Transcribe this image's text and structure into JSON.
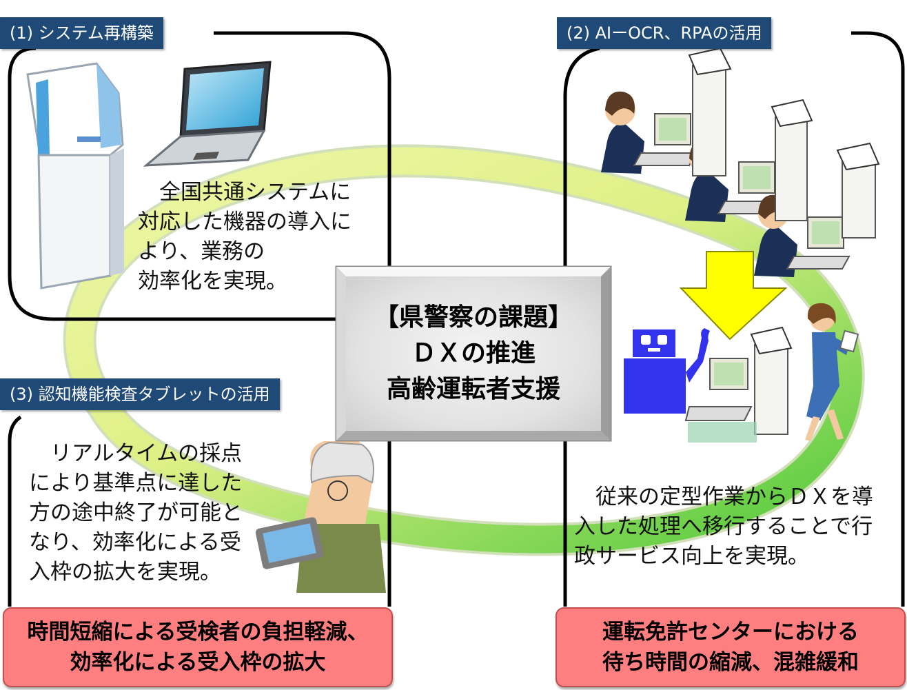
{
  "sections": [
    {
      "tab": "(1) システム再構築",
      "desc": [
        "　全国共通システムに",
        "対応した機器の導入に",
        "より、業務の",
        "効率化を実現。"
      ]
    },
    {
      "tab": "(2) AIーOCR、RPAの活用",
      "desc": [
        "　従来の定型作業からＤＸを導",
        "入した処理へ移行することで行",
        "政サービス向上を実現。"
      ]
    },
    {
      "tab": "(3) 認知機能検査タブレットの活用",
      "desc": [
        "　リアルタイムの採点",
        "により基準点に達した",
        "方の途中終了が可能と",
        "なり、効率化による受",
        "入枠の拡大を実現。"
      ]
    }
  ],
  "center": {
    "line1": "【県警察の課題】",
    "line2": "ＤＸの推進",
    "line3": "高齢運転者支援"
  },
  "outcomes": {
    "left": [
      "時間短縮による受検者の負担軽減、",
      "効率化による受入枠の拡大"
    ],
    "right": [
      "運転免許センターにおける",
      "待ち時間の縮減、混雑緩和"
    ]
  },
  "colors": {
    "tab": "#1f4a78",
    "outcome_fill": "#ff7f80",
    "arrow": "#ffff00",
    "robot": "#3333ee",
    "ring": "#9ad64a"
  },
  "icons": [
    "kiosk-terminal-icon",
    "laptop-icon",
    "office-worker-icon",
    "document-stack-icon",
    "down-arrow-icon",
    "robot-icon",
    "businesswoman-icon",
    "elderly-man-tablet-icon"
  ]
}
